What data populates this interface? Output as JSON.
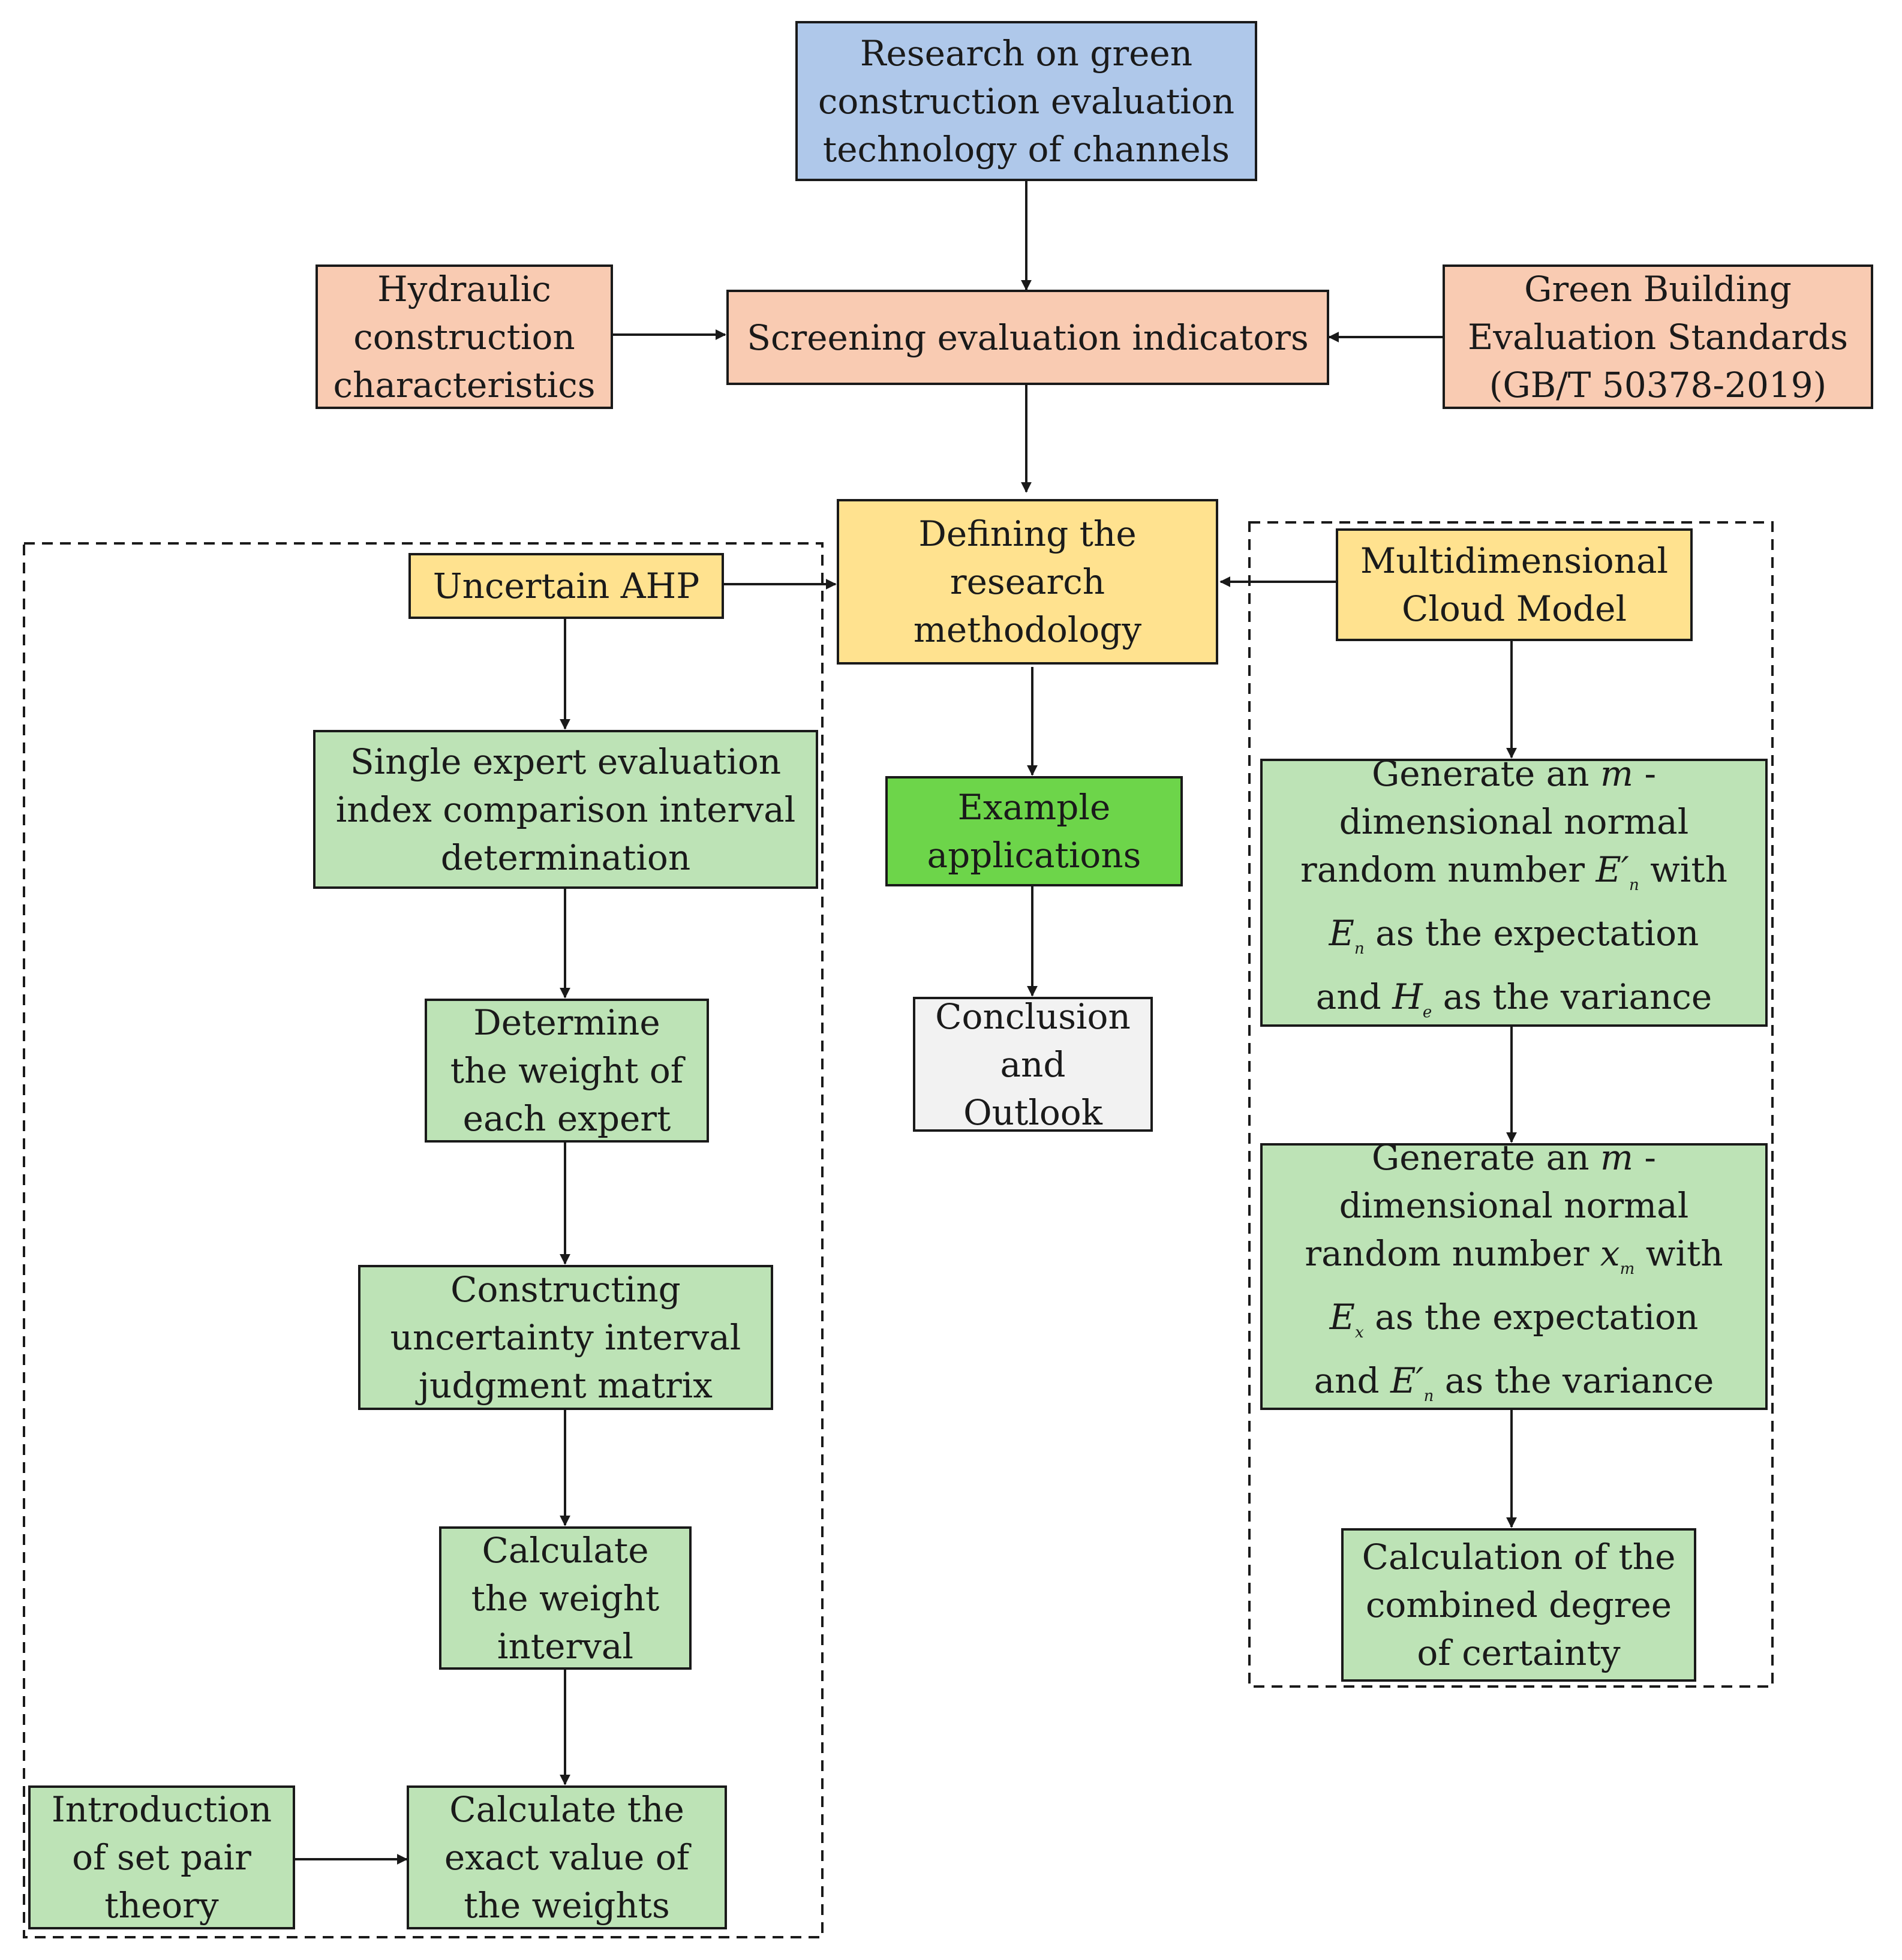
{
  "nodes": {
    "research": "Research on green\nconstruction evaluation\ntechnology of channels",
    "hydraulic": "Hydraulic\nconstruction\ncharacteristics",
    "screening": "Screening evaluation indicators",
    "green_building": "Green Building\nEvaluation Standards\n(GB/T 50378-2019)",
    "defining": "Defining the\nresearch\nmethodology",
    "uncertain_ahp": "Uncertain AHP",
    "cloud_model": "Multidimensional\nCloud Model",
    "single_expert": "Single expert evaluation\nindex comparison interval\ndetermination",
    "expert_weight": "Determine\nthe weight of\neach expert",
    "constructing": "Constructing\nuncertainty interval\njudgment matrix",
    "weight_interval": "Calculate\nthe weight\ninterval",
    "exact_value": "Calculate the\nexact value of\nthe weights",
    "set_pair": "Introduction\nof set pair\ntheory",
    "example": "Example\napplications",
    "conclusion": "Conclusion\nand\nOutlook",
    "combined": "Calculation of the\ncombined degree\nof certainty"
  },
  "generate_1": {
    "line1_pre": "Generate an ",
    "var_m": "m",
    "line1_post": " -",
    "line2": "dimensional normal",
    "line3_pre": "random number ",
    "sym_E_prime": "E′",
    "sub_n": "n",
    "line3_post": " with",
    "sym_E": "E",
    "line4_post": " as the expectation",
    "line5_pre": "and ",
    "sym_H": "H",
    "sub_e": "e",
    "line5_post": " as the variance"
  },
  "generate_2": {
    "line1_pre": "Generate an ",
    "var_m": "m",
    "line1_post": " -",
    "line2": "dimensional normal",
    "line3_pre": "random number ",
    "sym_x": "x",
    "sub_m": "m",
    "line3_post": " with",
    "sym_E": "E",
    "sub_x": "x",
    "line4_post": " as the expectation",
    "line5_pre": "and ",
    "sym_E_prime": "E′",
    "sub_n": "n",
    "line5_post": " as the variance"
  },
  "colors": {
    "blue": "#afc8ea",
    "salmon": "#f9cbb2",
    "yellow": "#ffe28f",
    "green": "#bde3b6",
    "bright_green": "#6dd54a",
    "grey": "#f2f2f2",
    "line": "#1a1a1a"
  }
}
